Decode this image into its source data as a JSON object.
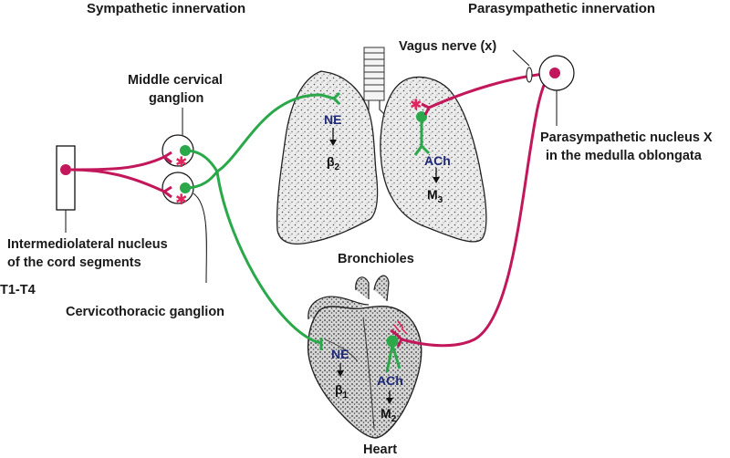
{
  "headers": {
    "sympathetic": "Sympathetic innervation",
    "parasympathetic": "Parasympathetic innervation"
  },
  "labels": {
    "vagus": "Vagus nerve (x)",
    "middle_cervical_1": "Middle cervical",
    "middle_cervical_2": "ganglion",
    "para_nucleus_1": "Parasympathetic nucleus X",
    "para_nucleus_2": "in the medulla oblongata",
    "intermedio_1": "Intermediolateral nucleus",
    "intermedio_2": "of the cord segments",
    "segments": "T1-T4",
    "cervicothoracic": "Cervicothoracic ganglion",
    "bronchioles": "Bronchioles",
    "heart": "Heart"
  },
  "lung": {
    "transmitter_sym": "NE",
    "receptor_sym": "β",
    "receptor_sym_sub": "2",
    "transmitter_para": "ACh",
    "receptor_para": "M",
    "receptor_para_sub": "3"
  },
  "heart_labels": {
    "transmitter_sym": "NE",
    "receptor_sym": "β",
    "receptor_sym_sub": "1",
    "transmitter_para": "ACh",
    "receptor_para": "M",
    "receptor_para_sub": "2"
  },
  "colors": {
    "sympathetic_fiber": "#2aa84a",
    "parasympathetic_fiber": "#c2185b",
    "synapse_star": "#e0245e",
    "transmitter_text": "#1f2a78"
  }
}
